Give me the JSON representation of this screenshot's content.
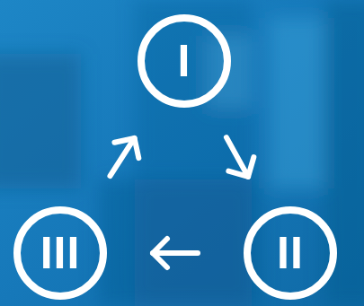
{
  "diagram": {
    "nodes": [
      {
        "text": [
          "I"
        ]
      },
      {
        "text": [
          "II"
        ]
      },
      {
        "text": [
          "III"
        ]
      }
    ],
    "edges": [
      {
        "from": 0,
        "to": 1,
        "arrow": "to"
      },
      {
        "from": 1,
        "to": 2,
        "arrow": "to"
      },
      {
        "from": 2,
        "to": 0,
        "arrow": "to"
      }
    ]
  }
}
